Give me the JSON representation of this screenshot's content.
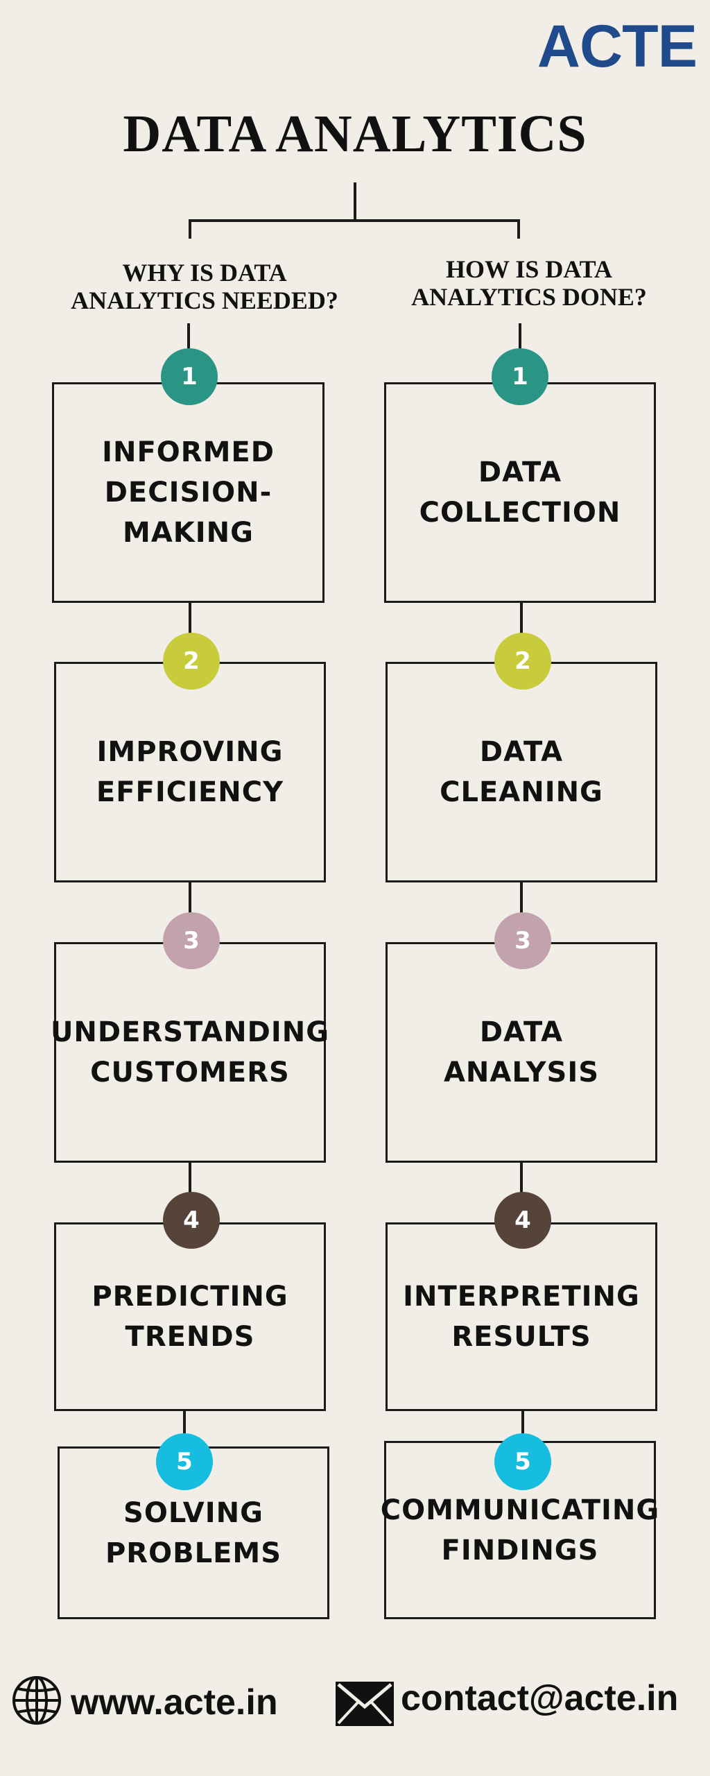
{
  "logo_text": "ACTE",
  "title": "DATA ANALYTICS",
  "columns": [
    {
      "heading": [
        "WHY IS DATA",
        "ANALYTICS NEEDED?"
      ],
      "steps": [
        {
          "number": "1",
          "label": "INFORMED\nDECISION-\nMAKING"
        },
        {
          "number": "2",
          "label": "IMPROVING\nEFFICIENCY"
        },
        {
          "number": "3",
          "label": "UNDERSTANDING\nCUSTOMERS"
        },
        {
          "number": "4",
          "label": "PREDICTING\nTRENDS"
        },
        {
          "number": "5",
          "label": "SOLVING\nPROBLEMS"
        }
      ]
    },
    {
      "heading": [
        "HOW IS DATA",
        "ANALYTICS DONE?"
      ],
      "steps": [
        {
          "number": "1",
          "label": "DATA\nCOLLECTION"
        },
        {
          "number": "2",
          "label": "DATA\nCLEANING"
        },
        {
          "number": "3",
          "label": "DATA\nANALYSIS"
        },
        {
          "number": "4",
          "label": "INTERPRETING\nRESULTS"
        },
        {
          "number": "5",
          "label": "COMMUNICATING\nFINDINGS"
        }
      ]
    }
  ],
  "badge_colors": [
    "#2a9585",
    "#c7cb3c",
    "#c2a3ad",
    "#56433a",
    "#17bddf"
  ],
  "footer": {
    "website": "www.acte.in",
    "email": "contact@acte.in",
    "website_icon": "globe-icon",
    "email_icon": "envelope-icon"
  }
}
